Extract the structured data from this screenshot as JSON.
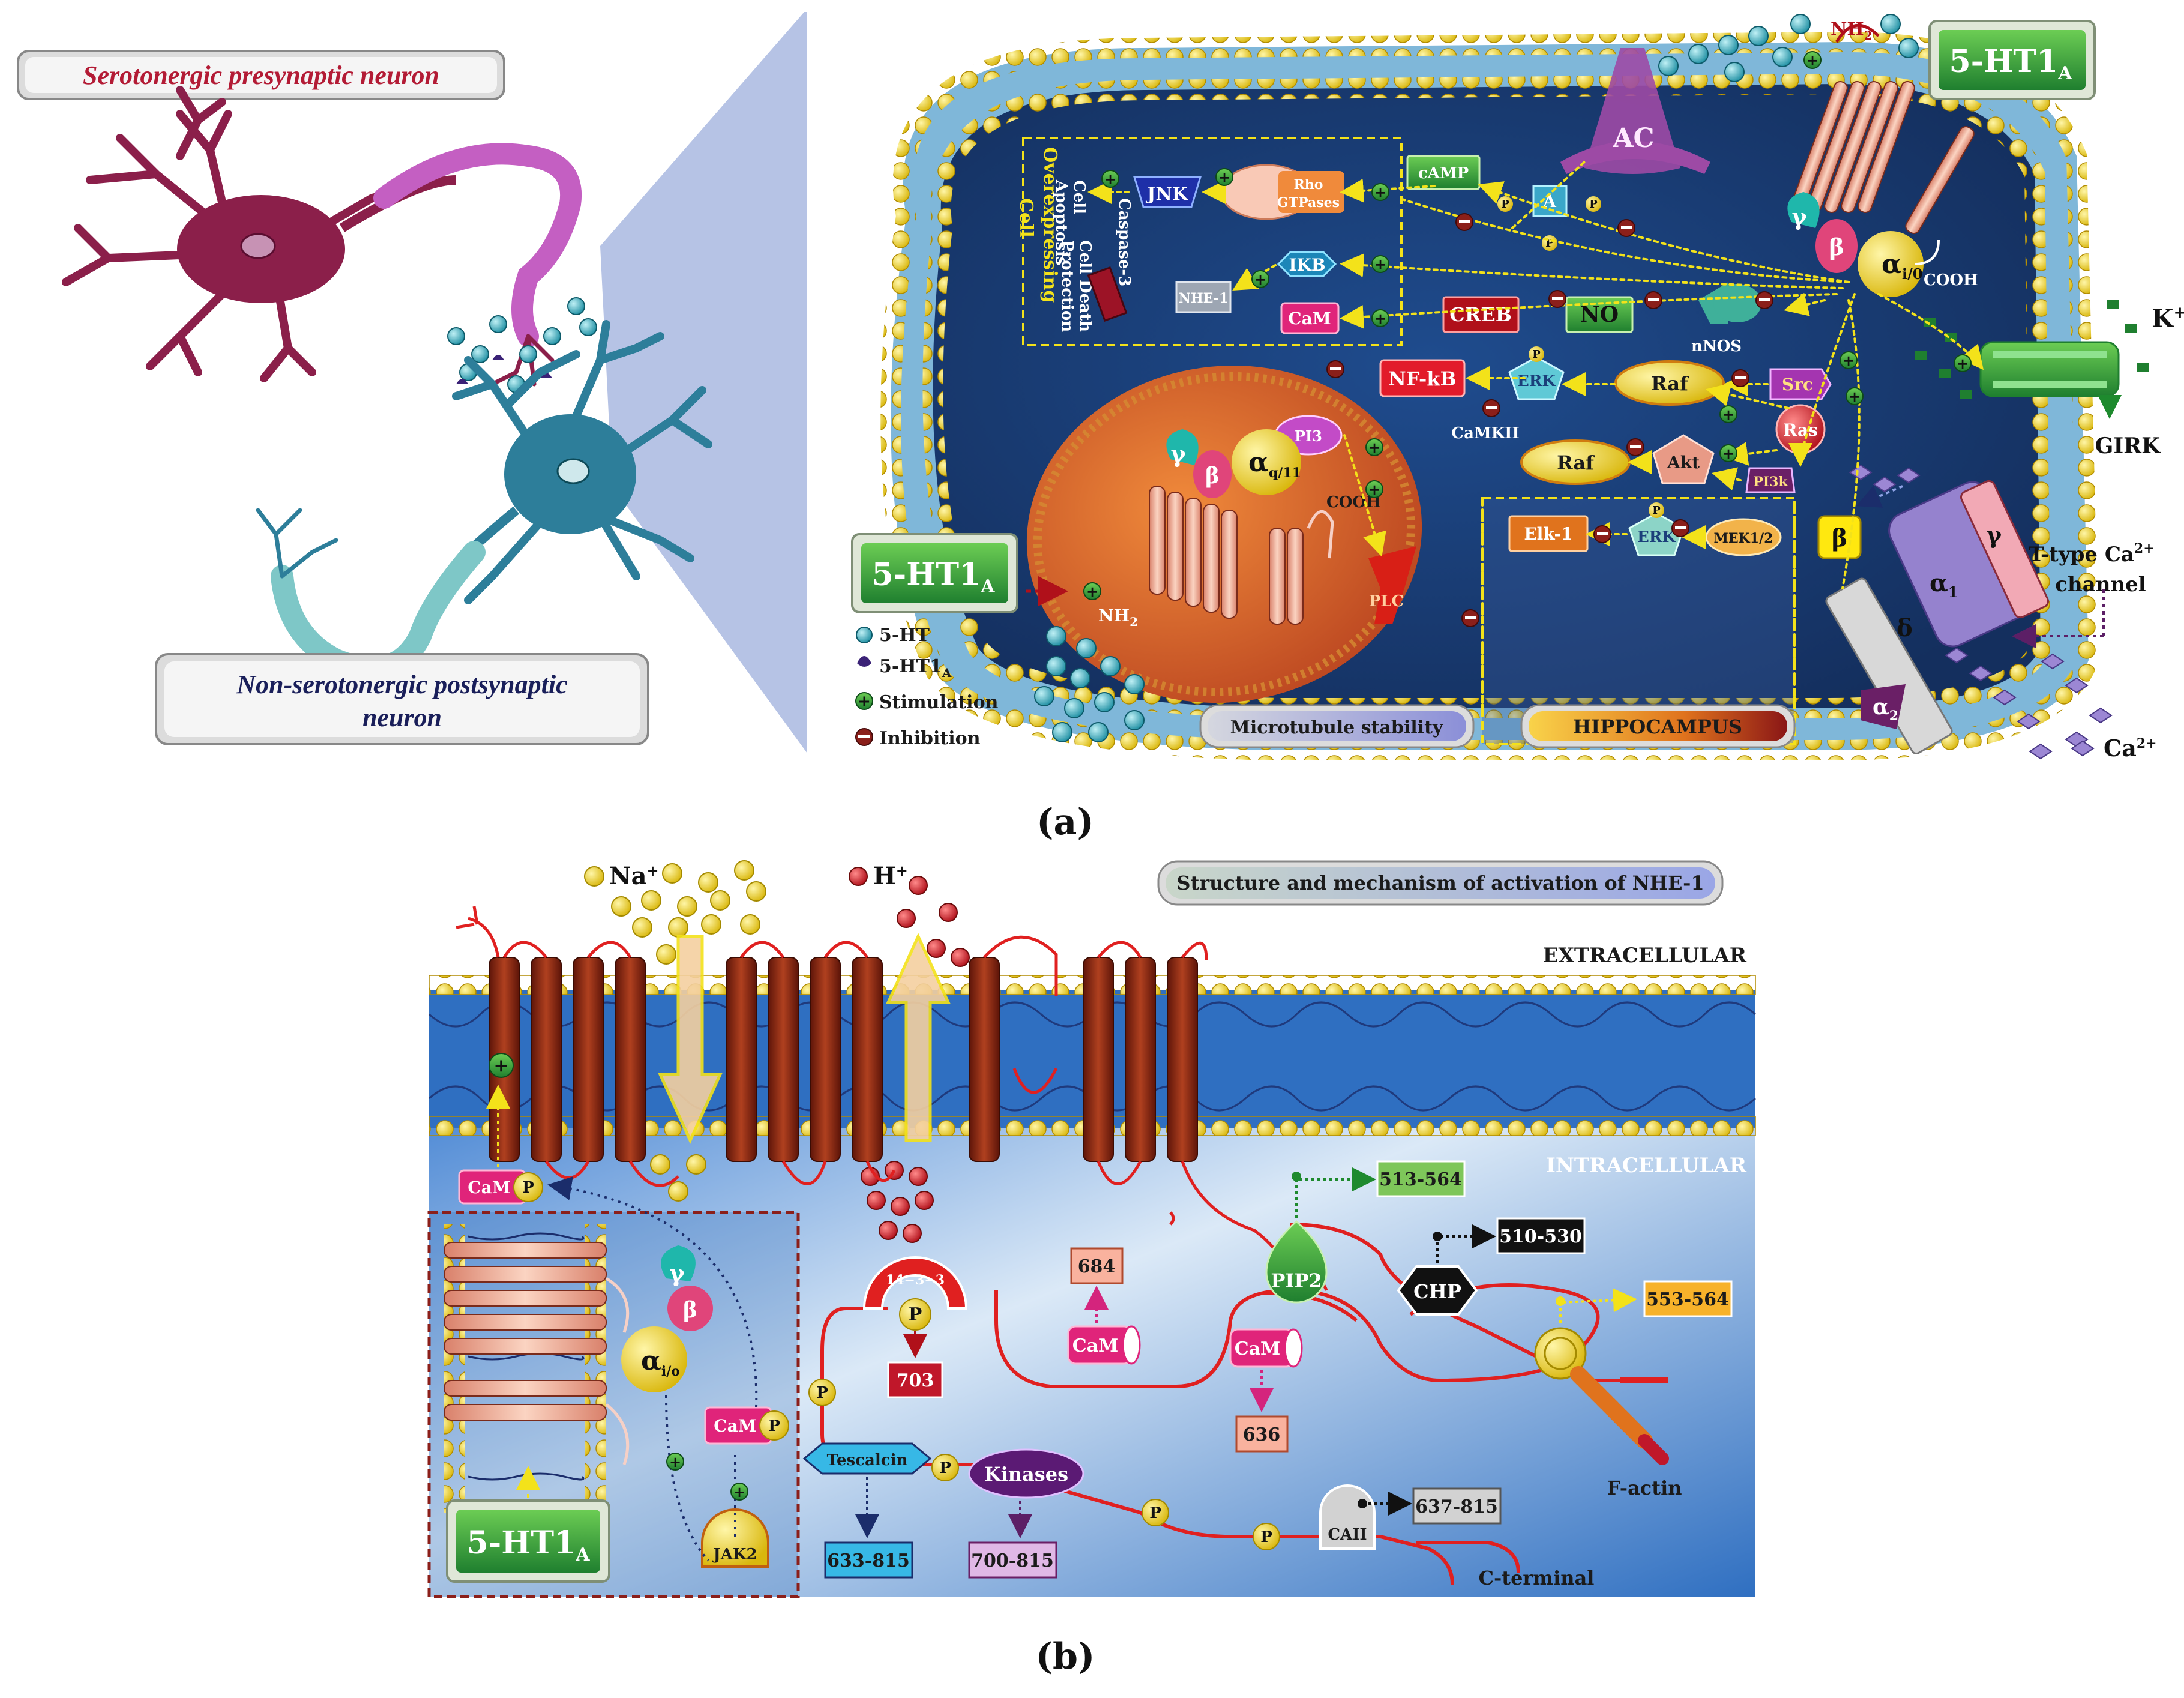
{
  "colors": {
    "cell": "#1b3f7a",
    "membrane": "#7fb7d9",
    "lipid": "#f2d21b",
    "maroon": "#8b1f4a",
    "teal": "#2d7e9a",
    "green": "#3a9c3a",
    "red": "#c0172a"
  },
  "panel_a": {
    "presyn_label": "Serotonergic presynaptic neuron",
    "postsyn_label_1": "Non-serotonergic postsynaptic",
    "postsyn_label_2": "neuron",
    "receptor_label_top": "5-HT1",
    "receptor_label_top_sub": "A",
    "receptor_label_left": "5-HT1",
    "receptor_label_left_sub": "A",
    "ac": "AC",
    "nh2": "NH",
    "nh2_sub": "2",
    "overexpressing": "Overexpressing",
    "cell": "Cell",
    "cell_apoptosis_1": "Cell",
    "cell_apoptosis_2": "Apoptosis",
    "cell_death_1": "Cell Death",
    "cell_death_2": "Protection",
    "caspase": "Caspase-3",
    "jnk": "JNK",
    "rho": "Rho",
    "gtpases": "GTPases",
    "camp": "cAMP",
    "pka": "A",
    "p": "P",
    "ikb": "IKB",
    "nhe1": "NHE-1",
    "cam": "CaM",
    "creb": "CREB",
    "no": "NO",
    "nnos": "nNOS",
    "nfkb": "NF-kB",
    "erk": "ERK",
    "raf": "Raf",
    "src": "Src",
    "ras": "Ras",
    "camkii": "CaMKII",
    "raf2": "Raf",
    "akt": "Akt",
    "pi3k": "PI3k",
    "pi3": "PI3",
    "plc": "PLC",
    "elk1": "Elk-1",
    "erk2": "ERK",
    "mek": "MEK1/2",
    "alpha_q": "α",
    "alpha_q_sub": "q/11",
    "alpha_i": "α",
    "alpha_i_sub": "i/0",
    "beta": "β",
    "gamma": "γ",
    "cooh": "COOH",
    "cooh2": "COOH",
    "k": "K",
    "girk": "GIRK",
    "ttype_1": "T-type Ca",
    "ttype_2": "channel",
    "ca": "Ca",
    "alpha1": "α",
    "alpha1_sub": "1",
    "alpha2": "α",
    "alpha2_sub": "2",
    "delta": "δ",
    "beta_ch": "β",
    "gamma_ch": "γ",
    "microtubule": "Microtubule stability",
    "hippocampus": "HIPPOCAMPUS",
    "legend": [
      {
        "label": "5-HT"
      },
      {
        "label": "5-HT1",
        "sub": "A"
      },
      {
        "label": "Stimulation"
      },
      {
        "label": "Inhibition"
      }
    ],
    "caption": "(a)"
  },
  "panel_b": {
    "na": "Na",
    "h": "H",
    "title": "Structure and mechanism of activation of NHE-1",
    "extracellular": "EXTRACELLULAR",
    "intracellular": "INTRACELLULAR",
    "cam": "CaM",
    "p": "P",
    "receptor": "5-HT1",
    "receptor_sub": "A",
    "gamma": "γ",
    "beta": "β",
    "alpha": "α",
    "alpha_sub": "i/o",
    "jak2": "JAK2",
    "box_513": "513-564",
    "pip2": "PIP2",
    "box_510": "510-530",
    "chp": "CHP",
    "box_553": "553-564",
    "box_684": "684",
    "box_703": "703",
    "box_636": "636",
    "box_637": "637-815",
    "box_633": "633-815",
    "box_700": "700-815",
    "tescalcin": "Tescalcin",
    "kinases": "Kinases",
    "ca2": "CAII",
    "f_actin": "F-actin",
    "c_terminal": "C-terminal",
    "fourteen": "14−3−3",
    "caption": "(b)"
  }
}
